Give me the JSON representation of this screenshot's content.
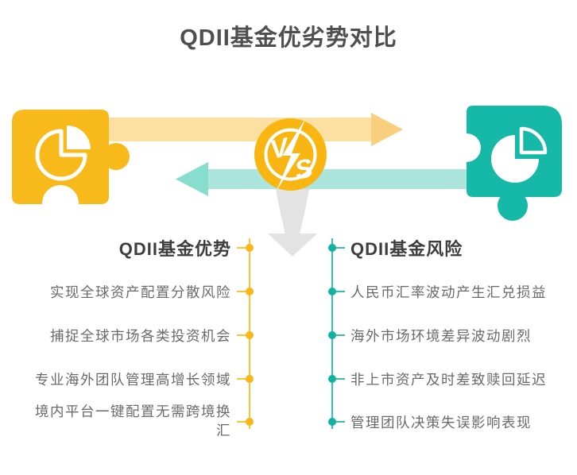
{
  "title": "QDII基金优劣势对比",
  "vs_badge": {
    "v": "V",
    "s": "S"
  },
  "left_column": {
    "header": "QDII基金优势",
    "items": [
      "实现全球资产配置分散风险",
      "捕捉全球市场各类投资机会",
      "专业海外团队管理高增长领域",
      "境内平台一键配置无需跨境换汇"
    ]
  },
  "right_column": {
    "header": "QDII基金风险",
    "items": [
      "人民币汇率波动产生汇兑损益",
      "海外市场环境差异波动剧烈",
      "非上市资产及时差致赎回延迟",
      "管理团队决策失误影响表现"
    ]
  },
  "colors": {
    "advantage_yellow": "#f8b91a",
    "advantage_accent": "#fcc435",
    "risk_teal": "#16b9a7",
    "risk_accent": "#35c0b0",
    "arrow_yellow_light": "#fbe0a2",
    "arrow_yellow_head": "#f9ce7d",
    "arrow_teal_light": "#abe5dc",
    "arrow_teal_head": "#87decf",
    "badge_gold": "#f9b511",
    "down_arrow_gray": "#e3e3e3",
    "title_text": "#4f4f4f",
    "header_text": "#3d3d3d",
    "item_text": "#6a6a6a"
  }
}
